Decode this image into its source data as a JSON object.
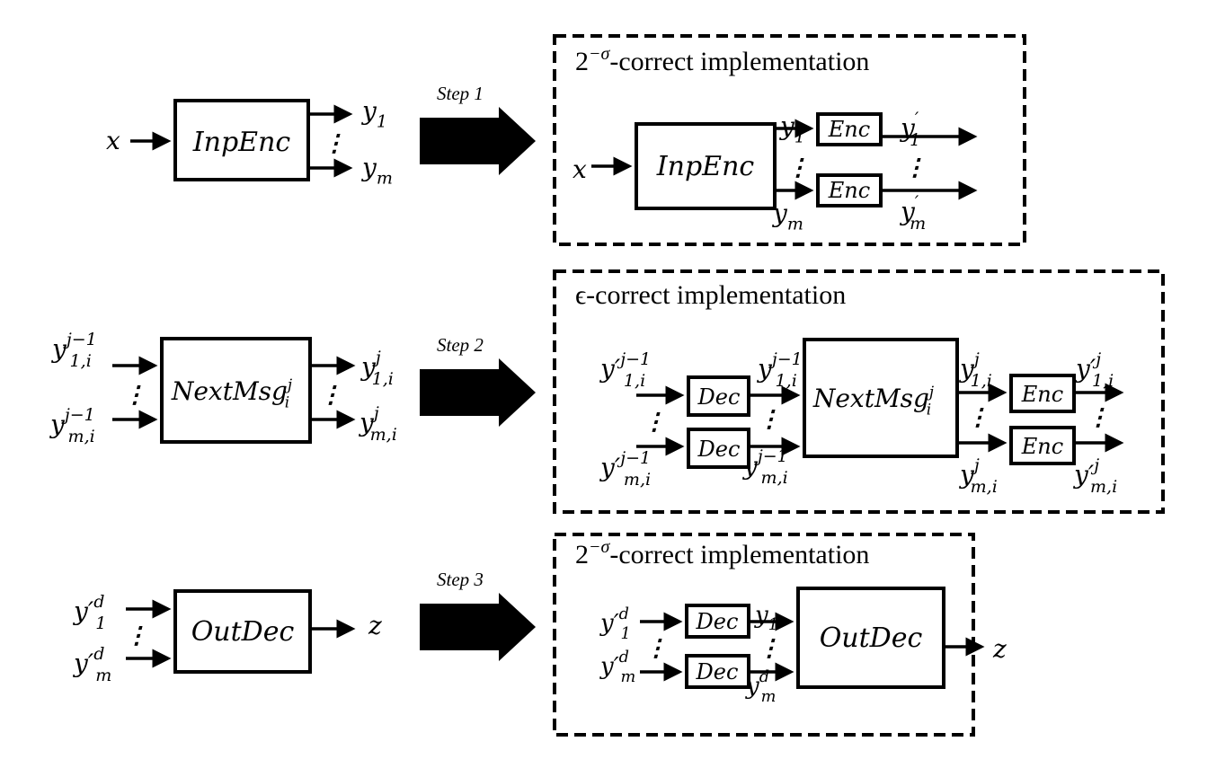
{
  "rows": [
    {
      "block": "InpEnc",
      "step": "Step 1",
      "panel_title": {
        "prefix": "2",
        "sup": "−σ",
        "rest": "-correct implementation"
      },
      "inner_blocks": [
        "InpEnc",
        "Enc",
        "Enc"
      ]
    },
    {
      "block": "NextMsg",
      "block_sup": "j",
      "block_sub": "i",
      "step": "Step 2",
      "panel_title": {
        "prefix": "ϵ",
        "sup": "",
        "rest": "-correct implementation"
      },
      "inner_blocks": [
        "Dec",
        "Dec",
        "NextMsg",
        "Enc",
        "Enc"
      ]
    },
    {
      "block": "OutDec",
      "step": "Step 3",
      "panel_title": {
        "prefix": "2",
        "sup": "−σ",
        "rest": "-correct implementation"
      },
      "inner_blocks": [
        "Dec",
        "Dec",
        "OutDec"
      ]
    }
  ],
  "labels": [
    {
      "id": "r1x",
      "base": "x"
    },
    {
      "id": "r1y1",
      "base": "y",
      "sub": "1"
    },
    {
      "id": "r1ym",
      "base": "y",
      "sub": "m"
    },
    {
      "id": "p1x",
      "base": "x"
    },
    {
      "id": "p1y1",
      "base": "y",
      "sub": "1"
    },
    {
      "id": "p1ym",
      "base": "y",
      "sub": "m"
    },
    {
      "id": "p1y1p",
      "base": "y",
      "sup": "′",
      "sub": "1"
    },
    {
      "id": "p1ymp",
      "base": "y",
      "sup": "′",
      "sub": "m"
    },
    {
      "id": "r2in1",
      "base": "y",
      "sup": "j−1",
      "sub": "1,i"
    },
    {
      "id": "r2inm",
      "base": "y",
      "sup": "j−1",
      "sub": "m,i"
    },
    {
      "id": "r2out1",
      "base": "y",
      "sup": "j",
      "sub": "1,i"
    },
    {
      "id": "r2outm",
      "base": "y",
      "sup": "j",
      "sub": "m,i"
    },
    {
      "id": "p2in1",
      "base": "y′",
      "sup": "j−1",
      "sub": "1,i"
    },
    {
      "id": "p2inm",
      "base": "y′",
      "sup": "j−1",
      "sub": "m,i"
    },
    {
      "id": "p2d1",
      "base": "y",
      "sup": "j−1",
      "sub": "1,i"
    },
    {
      "id": "p2dm",
      "base": "y",
      "sup": "j−1",
      "sub": "m,i"
    },
    {
      "id": "p2o1",
      "base": "y",
      "sup": "j",
      "sub": "1,i"
    },
    {
      "id": "p2om",
      "base": "y",
      "sup": "j",
      "sub": "m,i"
    },
    {
      "id": "p2e1",
      "base": "y′",
      "sup": "j",
      "sub": "1,i"
    },
    {
      "id": "p2em",
      "base": "y′",
      "sup": "j",
      "sub": "m,i"
    },
    {
      "id": "r3in1",
      "base": "y′",
      "sup": "d",
      "sub": "1"
    },
    {
      "id": "r3inm",
      "base": "y′",
      "sup": "d",
      "sub": "m"
    },
    {
      "id": "r3z",
      "base": "z"
    },
    {
      "id": "p3in1",
      "base": "y′",
      "sup": "d",
      "sub": "1"
    },
    {
      "id": "p3inm",
      "base": "y′",
      "sup": "d",
      "sub": "m"
    },
    {
      "id": "p3y1",
      "base": "y",
      "sub": "1"
    },
    {
      "id": "p3ym",
      "base": "y",
      "sup": "d",
      "sub": "m"
    },
    {
      "id": "p3z",
      "base": "z"
    }
  ],
  "dots": "⋮"
}
